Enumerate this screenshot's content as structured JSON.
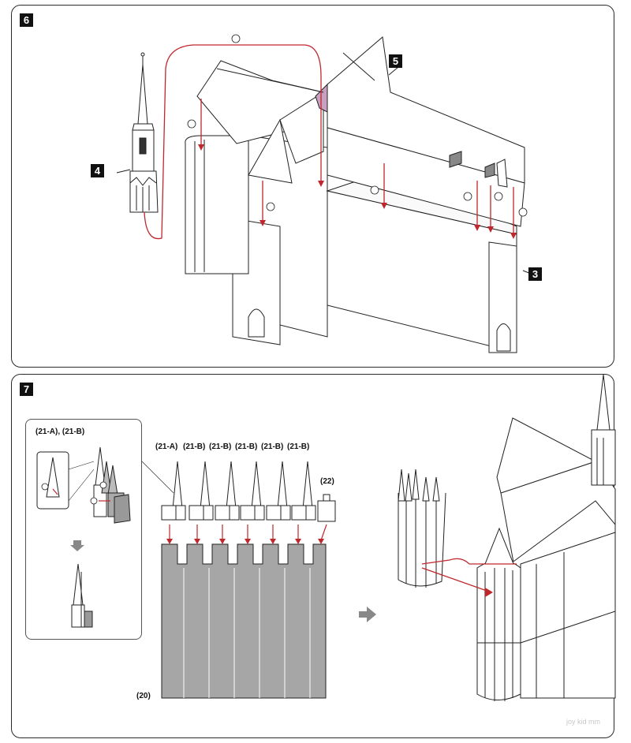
{
  "steps": {
    "step6": "6",
    "step7": "7"
  },
  "step6_parts": {
    "part3": "3",
    "part4": "4",
    "part5": "5"
  },
  "step7_labels": {
    "inset_title": "(21-A), (21-B)",
    "tabs": [
      "(21-A)",
      "(21-B)",
      "(21-B)",
      "(21-B)",
      "(21-B)",
      "(21-B)"
    ],
    "part22": "(22)",
    "part20": "(20)"
  },
  "watermark": "joy kid mm",
  "colors": {
    "arrow": "#c0272d",
    "fill_gray": "#a6a6a6",
    "line": "#222222",
    "panel_border": "#2a2a2a"
  }
}
